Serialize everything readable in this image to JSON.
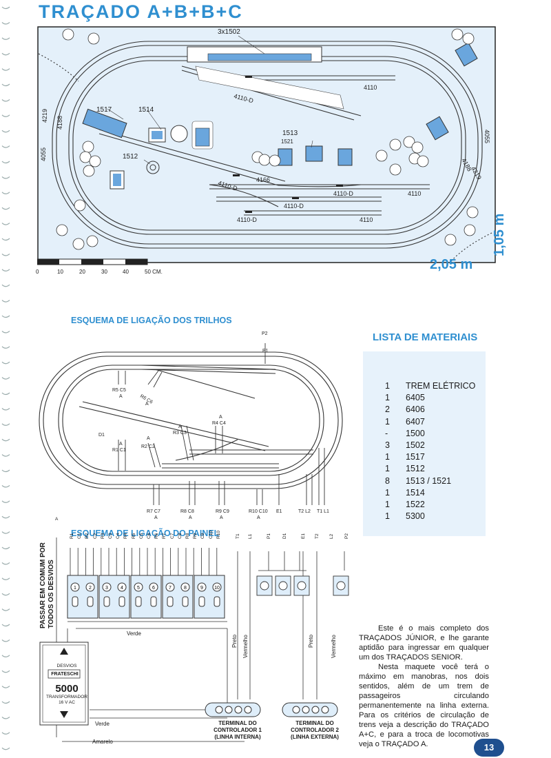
{
  "page": {
    "title": "TRAÇADO A+B+B+C",
    "page_number": "13"
  },
  "layout_plan": {
    "labels": {
      "top_buildings": "3x1502",
      "l1517": "1517",
      "l1514": "1514",
      "l1512": "1512",
      "l1513": "1513",
      "l1521": "1521",
      "l4110_top": "4110",
      "l4110d_top": "4110-D",
      "l4166": "4166",
      "l4110d_mid": "4110-D",
      "l4110d_a": "4110-D",
      "l4110_a": "4110",
      "l4110d_b": "4110-D",
      "l4110d_c": "4110-D",
      "l4110_c": "4110",
      "l4219_left": "4219",
      "l4188_left": "4188",
      "l4055_left": "4055",
      "l4055_right": "4055",
      "l4219_right": "4219",
      "l4188_right": "4188"
    },
    "scale": {
      "ticks": [
        "0",
        "10",
        "20",
        "30",
        "40",
        "50 CM."
      ]
    },
    "width_label": "2,05 m",
    "height_label": "1,05 m"
  },
  "track_scheme": {
    "title": "ESQUEMA DE LIGAÇÃO DOS TRILHOS",
    "labels": {
      "p2": "P2",
      "p1": "P1",
      "r5c5": "R5 C5",
      "r6c6": "R6 C6",
      "a1": "A",
      "a2": "A",
      "d1": "D1",
      "r1c1": "R1 C1",
      "a3": "A",
      "r2c2": "R2 C2",
      "a4": "A",
      "r3c3": "R3 C3",
      "a5": "A",
      "r4c4": "R4 C4",
      "a6": "A",
      "r7c7": "R7 C7",
      "a7": "A",
      "r8c8": "R8 C8",
      "a8": "A",
      "r9c9": "R9 C9",
      "a9": "A",
      "r10c10": "R10 C10",
      "a10": "A",
      "e1": "E1",
      "t2l2": "T2 L2",
      "t1l1": "T1 L1"
    }
  },
  "panel_scheme": {
    "title": "ESQUEMA DE LIGAÇÃO DO PAINEL",
    "side_label": "PASSAR EM COMUM POR TODOS OS DESVIOS",
    "a_label": "A",
    "wire_labels": [
      "R1",
      "C1",
      "R2",
      "C2",
      "R3",
      "C3",
      "C4",
      "R4",
      "R5",
      "C5",
      "C6",
      "R6",
      "R7",
      "C7",
      "C8",
      "R8",
      "R9",
      "C9",
      "C10",
      "R10"
    ],
    "right_wire_labels": [
      "T1",
      "L1",
      "P1",
      "D1",
      "E1",
      "T2",
      "L2",
      "P2"
    ],
    "switch_numbers": [
      "1",
      "2",
      "3",
      "4",
      "5",
      "6",
      "7",
      "8",
      "9",
      "10"
    ],
    "verde_top": "Verde",
    "verde_bottom": "Verde",
    "amarelo": "Amarelo",
    "preto1": "Preto",
    "vermelho1": "Vermelho",
    "preto2": "Preto",
    "vermelho2": "Vermelho",
    "transformer": {
      "desvios": "DESVIOS",
      "brand": "FRATESCHI",
      "model": "5000",
      "type": "TRANSFORMADOR",
      "voltage": "16 V AC"
    },
    "terminal1": {
      "line1": "TERMINAL DO",
      "line2": "CONTROLADOR 1",
      "line3": "(LINHA INTERNA)"
    },
    "terminal2": {
      "line1": "TERMINAL DO",
      "line2": "CONTROLADOR 2",
      "line3": "(LINHA EXTERNA)"
    }
  },
  "materials": {
    "title": "LISTA DE MATERIAIS",
    "items": [
      {
        "qty": "1",
        "name": "TREM ELÉTRICO"
      },
      {
        "qty": "1",
        "name": "6405"
      },
      {
        "qty": "2",
        "name": "6406"
      },
      {
        "qty": "1",
        "name": "6407"
      },
      {
        "qty": "-",
        "name": "1500"
      },
      {
        "qty": "3",
        "name": "1502"
      },
      {
        "qty": "1",
        "name": "1517"
      },
      {
        "qty": "1",
        "name": "1512"
      },
      {
        "qty": "8",
        "name": "1513 / 1521"
      },
      {
        "qty": "1",
        "name": "1514"
      },
      {
        "qty": "1",
        "name": "1522"
      },
      {
        "qty": "1",
        "name": "5300"
      }
    ]
  },
  "description": {
    "p1": "Este é o mais completo dos TRAÇADOS JÚNIOR, e lhe garante aptidão para ingressar em qualquer um dos TRAÇADOS SENIOR.",
    "p2": "Nesta maquete você terá o máximo em manobras, nos dois sentidos, além de um trem de passageiros circulando permanentemente na linha externa. Para os critérios de circulação de trens veja a descrição do TRAÇADO A+C, e para a troca de locomotivas veja o TRAÇADO A."
  },
  "colors": {
    "accent": "#2f8fd0",
    "plan_bg": "#e4f0fa",
    "track": "#333333",
    "page_badge": "#1f4f8f"
  }
}
